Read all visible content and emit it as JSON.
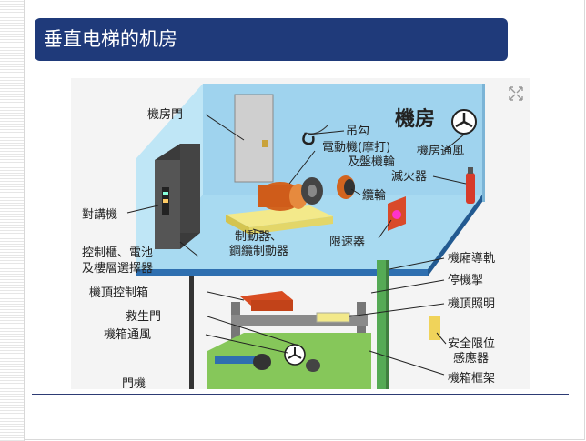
{
  "slide": {
    "title": "垂直电梯的机房"
  },
  "diagram": {
    "heading": "機房",
    "labels": {
      "machine_room_door": "機房門",
      "hook": "吊勾",
      "motor_line1": "電動機(摩打)",
      "motor_line2": "及盤機輪",
      "machine_room_vent": "機房通風",
      "fire_extinguisher": "滅火器",
      "intercom": "對講機",
      "sheave": "纜輪",
      "brake_line1": "制動器、",
      "brake_line2": "鋼纜制動器",
      "governor": "限速器",
      "control_panel_line1": "控制櫃、電池",
      "control_panel_line2": "及樓層選擇器",
      "car_guide_rail": "機廂導軌",
      "stop_switch": "停機掣",
      "car_top_control": "機頂控制箱",
      "car_top_light": "機頂照明",
      "escape_hatch": "救生門",
      "car_vent": "機箱通風",
      "safety_limit_line1": "安全限位",
      "safety_limit_line2": "感應器",
      "car_frame": "機箱框架",
      "bottom_partial": "門機"
    }
  }
}
